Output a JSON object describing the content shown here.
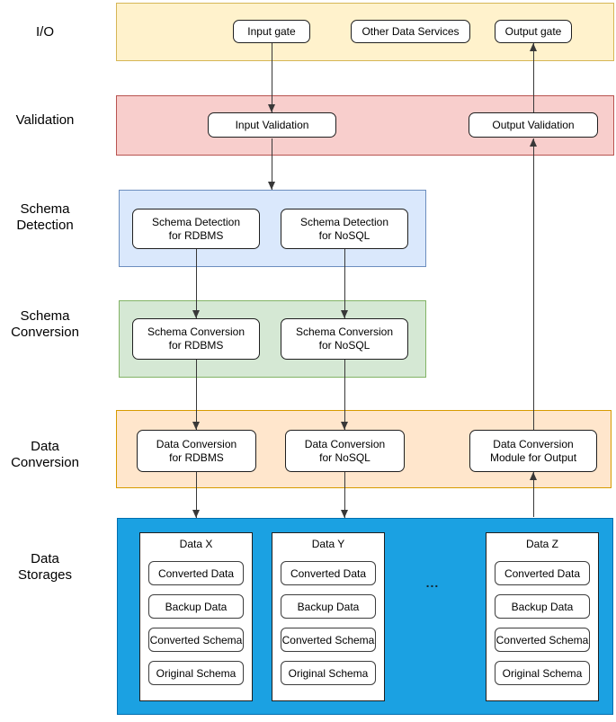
{
  "palette": {
    "io_fill": "#FFF2CC",
    "io_border": "#D6B656",
    "validation_fill": "#F8CECC",
    "validation_border": "#B85450",
    "schema_detection_fill": "#DAE8FC",
    "schema_detection_border": "#6C8EBF",
    "schema_conversion_fill": "#D5E8D4",
    "schema_conversion_border": "#82B366",
    "data_conversion_fill": "#FFE6CC",
    "data_conversion_border": "#D79B00",
    "data_storages_fill": "#1BA1E2",
    "data_storages_border": "#006EAF",
    "node_fill": "#FFFFFF",
    "node_border": "#1F1F1F",
    "arrow_color": "#383838"
  },
  "layers": {
    "io": {
      "label": "I/O",
      "nodes": {
        "input_gate": "Input gate",
        "other_data_services": "Other Data Services",
        "output_gate": "Output gate"
      }
    },
    "validation": {
      "label": "Validation",
      "nodes": {
        "input_validation": "Input Validation",
        "output_validation": "Output Validation"
      }
    },
    "schema_detection": {
      "label": "Schema\nDetection",
      "nodes": {
        "rdbms": "Schema Detection\nfor RDBMS",
        "nosql": "Schema Detection\nfor NoSQL"
      }
    },
    "schema_conversion": {
      "label": "Schema\nConversion",
      "nodes": {
        "rdbms": "Schema Conversion\nfor RDBMS",
        "nosql": "Schema Conversion\nfor NoSQL"
      }
    },
    "data_conversion": {
      "label": "Data\nConversion",
      "nodes": {
        "rdbms": "Data Conversion\nfor RDBMS",
        "nosql": "Data Conversion\nfor NoSQL",
        "output_module": "Data Conversion\nModule for Output"
      }
    },
    "data_storages": {
      "label": "Data\nStorages",
      "ellipsis": "...",
      "cards": [
        {
          "title": "Data X",
          "items": [
            "Converted Data",
            "Backup Data",
            "Converted Schema",
            "Original Schema"
          ]
        },
        {
          "title": "Data Y",
          "items": [
            "Converted Data",
            "Backup Data",
            "Converted Schema",
            "Original Schema"
          ]
        },
        {
          "title": "Data Z",
          "items": [
            "Converted Data",
            "Backup Data",
            "Converted Schema",
            "Original Schema"
          ]
        }
      ]
    }
  }
}
